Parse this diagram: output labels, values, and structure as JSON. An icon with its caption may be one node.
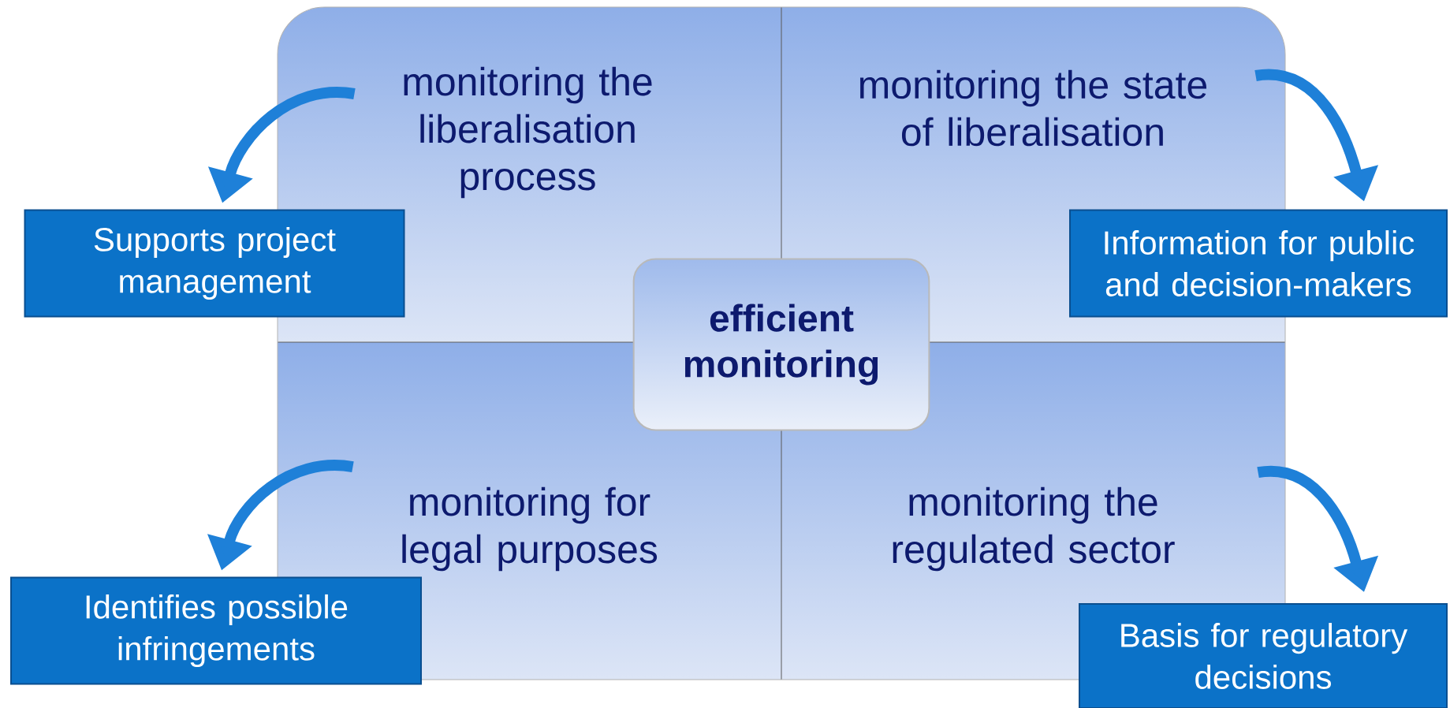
{
  "diagram": {
    "nodes": [
      {
        "text": [
          "monitoring the liberalisation process"
        ]
      },
      {
        "text": [
          "monitoring the state of liberalisation"
        ]
      },
      {
        "text": [
          "efficient monitoring"
        ]
      },
      {
        "text": [
          "monitoring for legal purposes"
        ]
      },
      {
        "text": [
          "monitoring the regulated sector"
        ]
      },
      {
        "text": [
          "Supports project management"
        ]
      },
      {
        "text": [
          "Information for public and decision-makers"
        ]
      },
      {
        "text": [
          "Identifies possible infringements"
        ]
      },
      {
        "text": [
          "Basis for regulatory decisions"
        ]
      }
    ],
    "edges": [
      {
        "from": 0,
        "to": 5,
        "arrow": "to"
      },
      {
        "from": 1,
        "to": 6,
        "arrow": "to"
      },
      {
        "from": 3,
        "to": 7,
        "arrow": "to"
      },
      {
        "from": 4,
        "to": 8,
        "arrow": "to"
      }
    ]
  }
}
